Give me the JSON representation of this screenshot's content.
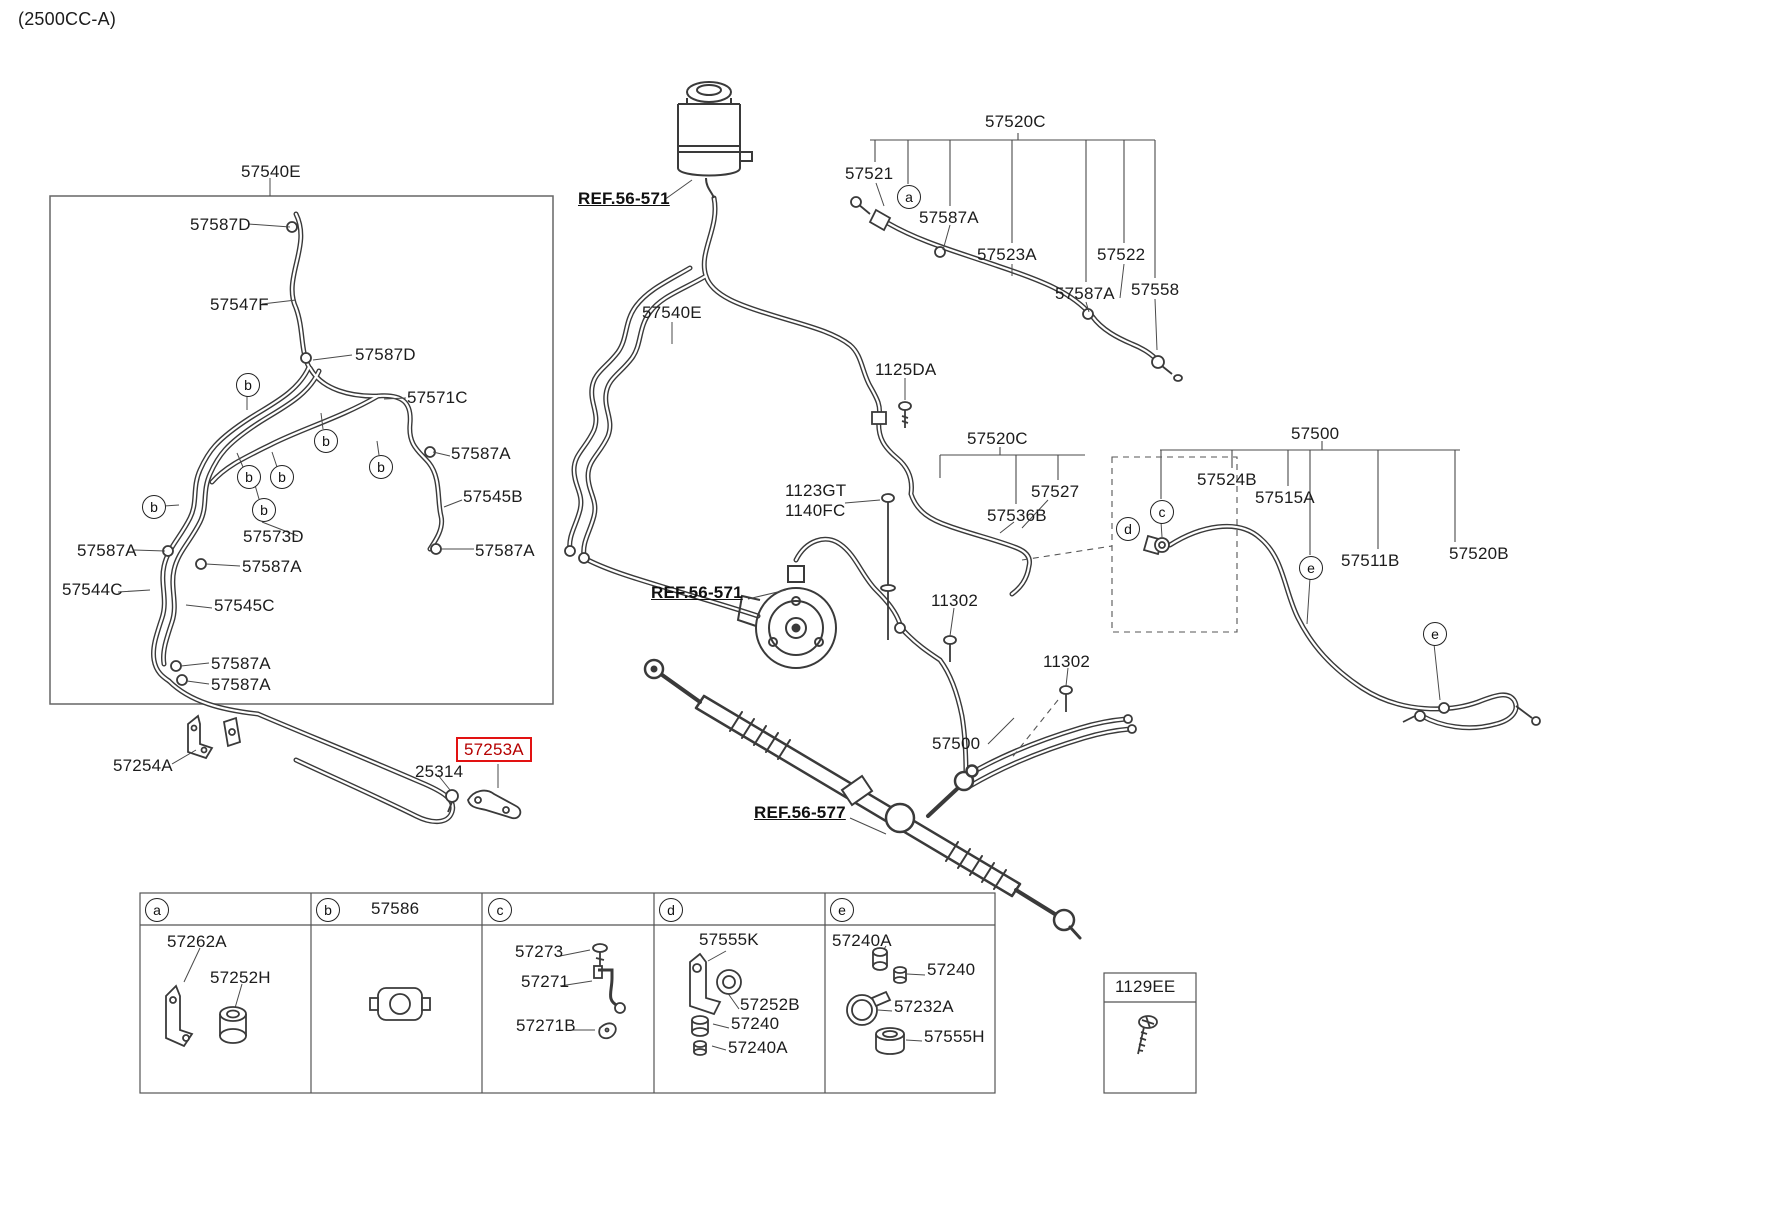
{
  "engine_code": "(2500CC-A)",
  "callouts": {
    "a": "a",
    "b": "b",
    "c": "c",
    "d": "d",
    "e": "e"
  },
  "colors": {
    "highlight": "#e21212",
    "line": "#3a3a3a"
  },
  "left_assembly": {
    "title": "57540E",
    "labels": [
      "57587D",
      "57547F",
      "57587D",
      "57571C",
      "57587A",
      "57545B",
      "57573D",
      "57587A",
      "57587A",
      "57544C",
      "57545C",
      "57587A",
      "57587A",
      "57587A"
    ],
    "below": [
      "57254A",
      "25314"
    ],
    "highlighted": "57253A"
  },
  "center": {
    "ref_reservoir": "REF.56-571",
    "hose_bundle": "57540E",
    "bolt_a": "1125DA",
    "bolt_b1": "1123GT",
    "bolt_b2": "1140FC",
    "ref_pump": "REF.56-571",
    "bolt_c": "11302",
    "bolt_d": "11302",
    "pipe": "57500",
    "ref_gear": "REF.56-577"
  },
  "pressure_assembly": {
    "title": "57520C",
    "labels": [
      "57521",
      "57587A",
      "57523A",
      "57522",
      "57587A",
      "57558"
    ]
  },
  "return_assembly": {
    "title": "57520C",
    "labels": [
      "57527",
      "57536B"
    ]
  },
  "right_assembly": {
    "title": "57500",
    "labels": [
      "57524B",
      "57515A",
      "57511B",
      "57520B"
    ]
  },
  "table": {
    "col_b_part": "57586",
    "col_a": [
      "57262A",
      "57252H"
    ],
    "col_c": [
      "57273",
      "57271",
      "57271B"
    ],
    "col_d": [
      "57555K",
      "57252B",
      "57240",
      "57240A"
    ],
    "col_e": [
      "57240A",
      "57240",
      "57232A",
      "57555H"
    ]
  },
  "hardware_box": {
    "part": "1129EE"
  }
}
